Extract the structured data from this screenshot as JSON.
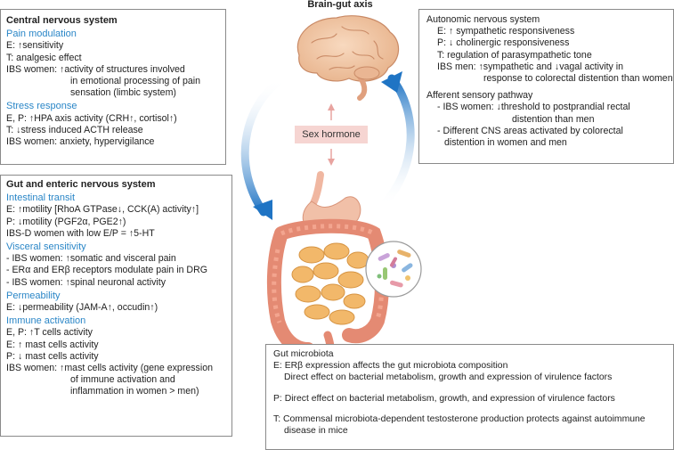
{
  "axis_title": "Brain-gut axis",
  "sex_hormone": "Sex hormone",
  "cns": {
    "title": "Central nervous system",
    "pain_heading": "Pain modulation",
    "pain_lines": [
      "E: ↑sensitivity",
      "T: analgesic effect",
      "IBS women: ↑activity of structures involved",
      "in emotional processing of pain",
      "sensation (limbic system)"
    ],
    "stress_heading": "Stress response",
    "stress_lines": [
      "E, P: ↑HPA axis activity (CRH↑, cortisol↑)",
      "T: ↓stress induced ACTH release",
      "IBS women: anxiety, hypervigilance"
    ]
  },
  "gut": {
    "title": "Gut and enteric nervous system",
    "transit_heading": "Intestinal transit",
    "transit_lines": [
      "E: ↑motility [RhoA GTPase↓, CCK(A) activity↑]",
      "P: ↓motility (PGF2α, PGE2↑)",
      "IBS-D women with low E/P = ↑5-HT"
    ],
    "visceral_heading": "Visceral sensitivity",
    "visceral_lines": [
      "- IBS women: ↑somatic and visceral pain",
      "- ERα and ERβ receptors modulate pain in DRG",
      "- IBS women: ↑spinal neuronal activity"
    ],
    "perm_heading": "Permeability",
    "perm_lines": [
      "E: ↓permeability (JAM-A↑, occudin↑)"
    ],
    "immune_heading": "Immune activation",
    "immune_lines": [
      "E, P: ↑T cells activity",
      "E: ↑ mast cells activity",
      "P: ↓ mast cells activity",
      "IBS women: ↑mast cells activity (gene expression",
      "of immune activation and",
      "inflammation in women > men)"
    ]
  },
  "ans": {
    "heading1": "Autonomic nervous system",
    "lines1": [
      "E: ↑ sympathetic responsiveness",
      "P: ↓ cholinergic responsiveness",
      "T: regulation of parasympathetic tone",
      "IBS men: ↑sympathetic and ↓vagal activity in",
      "response to colorectal distention than women"
    ],
    "heading2": "Afferent sensory pathway",
    "lines2": [
      "- IBS women: ↓threshold to postprandial rectal",
      "distention than men",
      "- Different CNS areas activated by colorectal",
      "distention in women and men"
    ]
  },
  "microbiota": {
    "heading": "Gut microbiota",
    "lines_e": [
      "E: ERβ expression affects the gut microbiota composition",
      "Direct effect on bacterial metabolism, growth and expression of virulence factors"
    ],
    "lines_p": [
      "P: Direct effect on bacterial metabolism, growth, and expression of virulence factors"
    ],
    "lines_t": [
      "T: Commensal microbiota-dependent testosterone production protects against autoimmune",
      "disease in mice"
    ]
  },
  "colors": {
    "accent_blue": "#2a86c7",
    "arrow_blue": "#1f74c4",
    "hormone_bg": "#f6d5d2",
    "hormone_arrow": "#e8a4a0",
    "brain": "#f2c9a8",
    "gut_pink": "#e8957e",
    "intestine": "#f2b86a"
  }
}
